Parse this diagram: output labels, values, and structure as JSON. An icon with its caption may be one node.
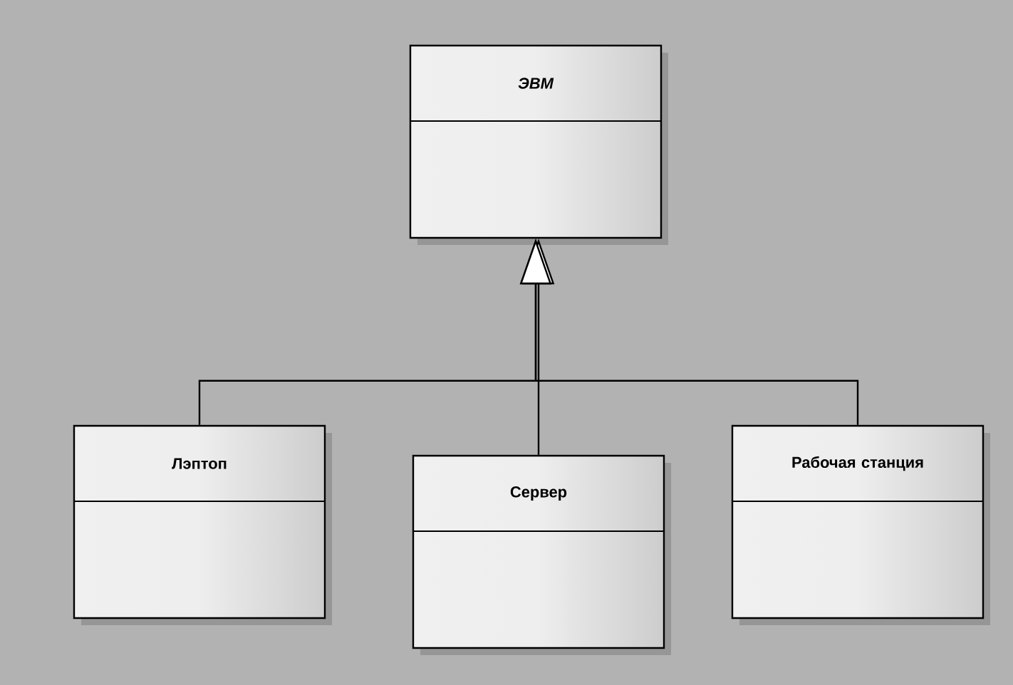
{
  "diagram": {
    "nodes": [
      {
        "text": [
          "ЭВМ"
        ]
      },
      {
        "text": [
          "Лэптоп"
        ]
      },
      {
        "text": [
          "Сервер"
        ]
      },
      {
        "text": [
          "Рабочая станция"
        ]
      }
    ],
    "edges": [
      {
        "from": 1,
        "to": 0,
        "arrow": "to"
      },
      {
        "from": 2,
        "to": 0,
        "arrow": "to"
      },
      {
        "from": 3,
        "to": 0,
        "arrow": "to"
      }
    ]
  }
}
